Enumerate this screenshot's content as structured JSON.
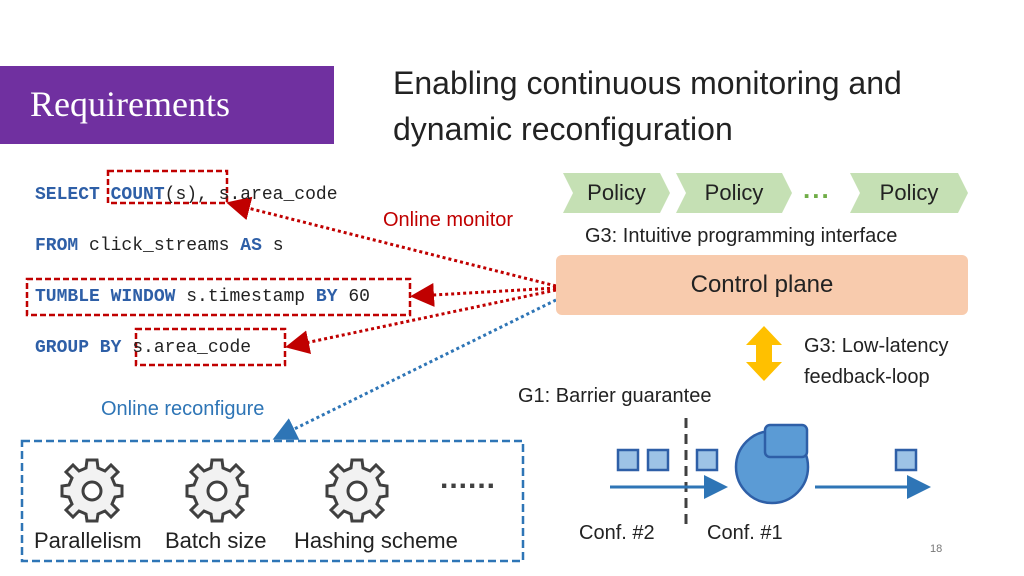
{
  "slide": {
    "section_label": "Requirements",
    "title_line1": "Enabling continuous monitoring and",
    "title_line2": "dynamic reconfiguration",
    "page_number": "18"
  },
  "query": {
    "line1": {
      "kw1": "SELECT",
      "kw2": "COUNT",
      "text1": "(s),",
      "text2": "s.area_code"
    },
    "line2": {
      "kw1": "FROM",
      "text1": "click_streams",
      "kw2": "AS",
      "text2": "s"
    },
    "line3": {
      "kw1": "TUMBLE WINDOW",
      "text1": "s.timestamp",
      "kw2": "BY",
      "text2": "60"
    },
    "line4": {
      "kw1": "GROUP BY",
      "text1": "s.area_code"
    }
  },
  "labels": {
    "online_monitor": "Online monitor",
    "online_reconfigure": "Online reconfigure",
    "g3_programming": "G3: Intuitive programming interface",
    "g3_latency_line1": "G3: Low-latency",
    "g3_latency_line2": "feedback-loop",
    "g1_barrier": "G1: Barrier guarantee",
    "conf2": "Conf. #2",
    "conf1": "Conf. #1",
    "ellipsis": "......"
  },
  "policies": [
    "Policy",
    "Policy",
    "Policy"
  ],
  "policy_ellipsis": "...",
  "control_plane": "Control plane",
  "knobs": [
    "Parallelism",
    "Batch size",
    "Hashing scheme"
  ],
  "colors": {
    "purple": "#7030a0",
    "keyword_blue": "#2e5fa7",
    "monitor_red": "#c00000",
    "reconfig_blue": "#2e75b6",
    "policy_green": "#c5e0b4",
    "control_peach": "#f8cbad",
    "arrow_orange": "#ffc000",
    "stream_blue": "#5b9bd5"
  },
  "icons": [
    "gear-icon",
    "double-arrow-icon",
    "operator-icon"
  ]
}
